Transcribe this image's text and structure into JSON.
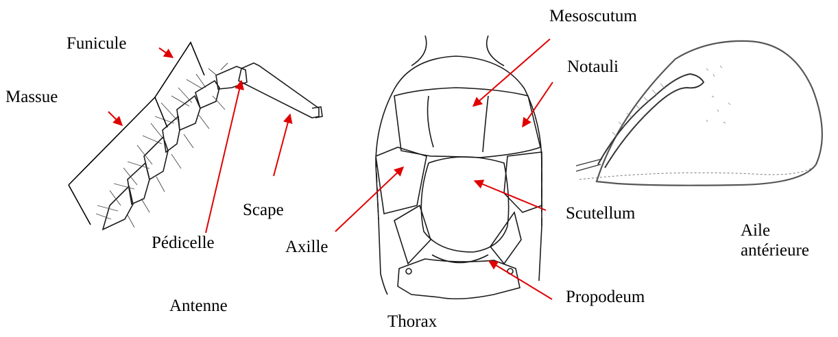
{
  "colors": {
    "arrow": "#e00000",
    "ink": "#1a1a1a",
    "wing_edge": "#555555"
  },
  "antenna": {
    "title": "Antenne",
    "labels": {
      "funicule": "Funicule",
      "massue": "Massue",
      "pedicelle": "Pédicelle",
      "scape": "Scape"
    }
  },
  "thorax": {
    "title": "Thorax",
    "labels": {
      "mesoscutum": "Mesoscutum",
      "notauli": "Notauli",
      "scutellum": "Scutellum",
      "axille": "Axille",
      "propodeum": "Propodeum"
    }
  },
  "wing": {
    "title_line1": "Aile",
    "title_line2": "antérieure"
  }
}
